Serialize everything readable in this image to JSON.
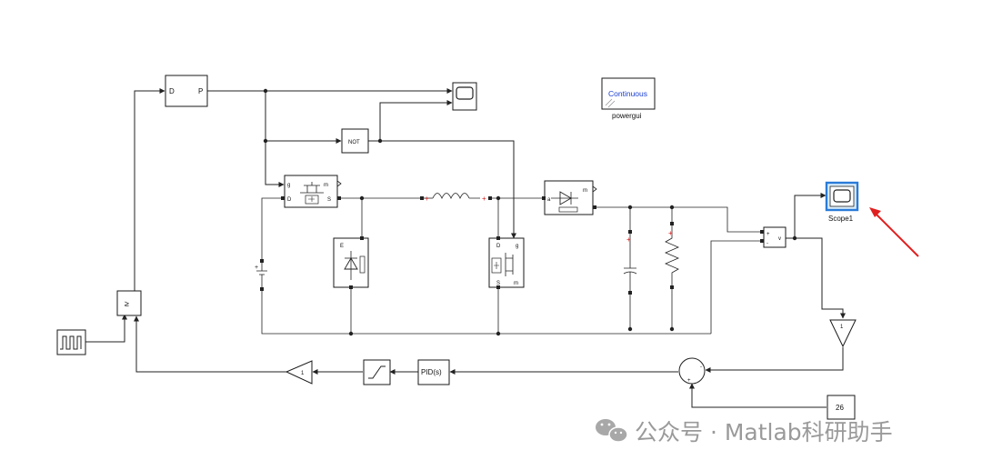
{
  "blocks": {
    "dff": {
      "d": "D",
      "p": "P"
    },
    "not_gate": {
      "label": "NOT"
    },
    "powergui": {
      "inner": "Continuous",
      "caption": "powergui"
    },
    "mosfet_top": {
      "g": "g",
      "m": "m",
      "d": "D",
      "s": "S"
    },
    "diode_top": {
      "a": "a",
      "m": "m"
    },
    "diode_bottom": {
      "e": "E"
    },
    "mosfet_bottom": {
      "g": "g",
      "d": "D",
      "s": "S",
      "m": "m"
    },
    "relational": {
      "symbol": "≥"
    },
    "gain_right": {
      "value": "1"
    },
    "gain_left": {
      "value": "1"
    },
    "pid": {
      "label": "PID(s)"
    },
    "constant": {
      "value": "26"
    },
    "voltage_measurement": {
      "plus": "+",
      "minus": "-",
      "out": "v"
    },
    "sum": {
      "plus": "+",
      "minus": "-"
    },
    "scope1": {
      "caption": "Scope1"
    }
  },
  "highlight_color": "#2a7bd8",
  "arrow_color": "#e02020",
  "watermark": {
    "text": "公众号 · Matlab科研助手",
    "icon": "wechat-icon"
  }
}
